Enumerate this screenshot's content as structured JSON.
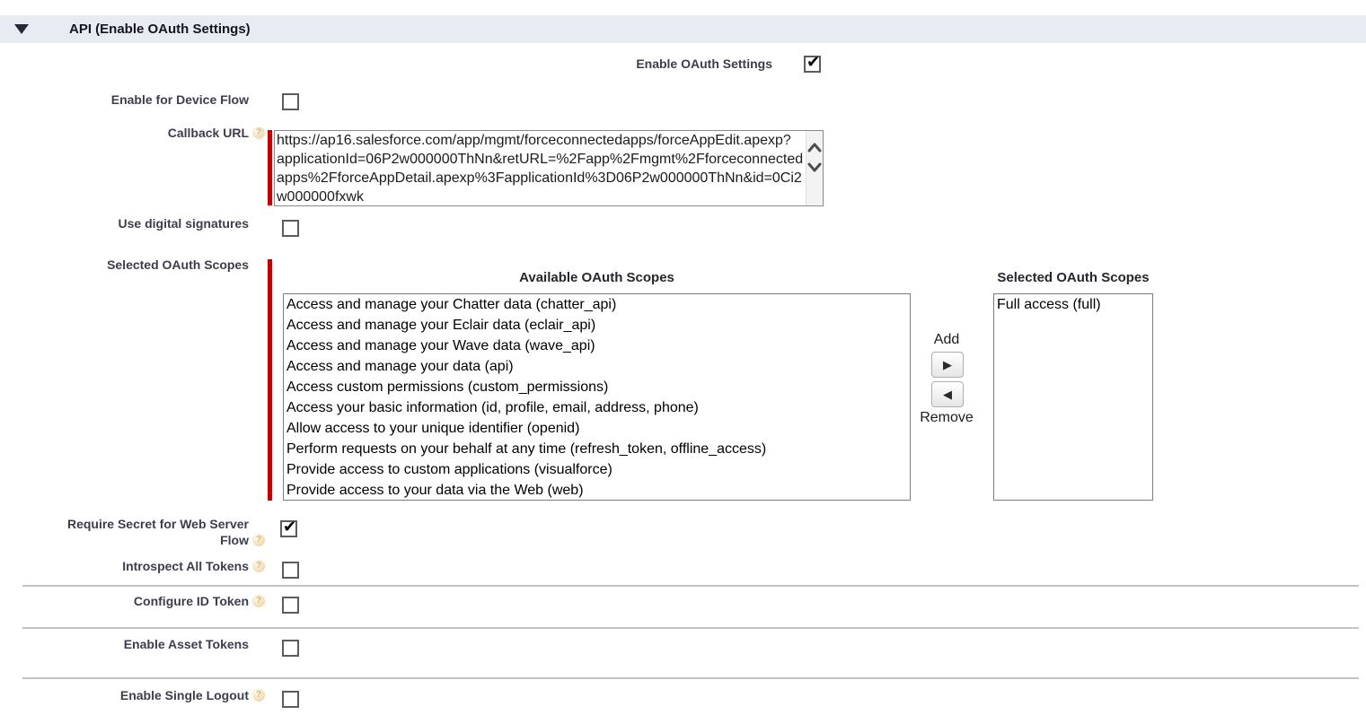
{
  "header": {
    "title": "API (Enable OAuth Settings)"
  },
  "colors": {
    "header_bg": "#e9ebf3",
    "required_bar": "#c00000",
    "label_text": "#3d3d4c"
  },
  "icons": {
    "collapse": "triangle-down",
    "help": "question-mark",
    "add": "arrow-right",
    "remove": "arrow-left",
    "scroll_up": "chevron-up",
    "scroll_down": "chevron-down"
  },
  "fields": {
    "enable_oauth": {
      "label": "Enable OAuth Settings",
      "checked": true
    },
    "device_flow": {
      "label": "Enable for Device Flow",
      "checked": false
    },
    "callback_url": {
      "label": "Callback URL",
      "value": "https://ap16.salesforce.com/app/mgmt/forceconnectedapps/forceAppEdit.apexp?applicationId=06P2w000000ThNn&retURL=%2Fapp%2Fmgmt%2Fforceconnectedapps%2FforceAppDetail.apexp%3FapplicationId%3D06P2w000000ThNn&id=0Ci2w000000fxwk"
    },
    "digital_signatures": {
      "label": "Use digital signatures",
      "checked": false
    },
    "selected_scopes": {
      "label": "Selected OAuth Scopes"
    },
    "require_secret": {
      "label_line1": "Require Secret for Web Server",
      "label_line2": "Flow",
      "checked": true
    },
    "introspect": {
      "label": "Introspect All Tokens",
      "checked": false
    },
    "id_token": {
      "label": "Configure ID Token",
      "checked": false
    },
    "asset_tokens": {
      "label": "Enable Asset Tokens",
      "checked": false
    },
    "single_logout": {
      "label": "Enable Single Logout",
      "checked": false
    }
  },
  "scopes": {
    "available_header": "Available OAuth Scopes",
    "selected_header": "Selected OAuth Scopes",
    "add_label": "Add",
    "remove_label": "Remove",
    "available": [
      "Access and manage your Chatter data (chatter_api)",
      "Access and manage your Eclair data (eclair_api)",
      "Access and manage your Wave data (wave_api)",
      "Access and manage your data (api)",
      "Access custom permissions (custom_permissions)",
      "Access your basic information (id, profile, email, address, phone)",
      "Allow access to your unique identifier (openid)",
      "Perform requests on your behalf at any time (refresh_token, offline_access)",
      "Provide access to custom applications (visualforce)",
      "Provide access to your data via the Web (web)"
    ],
    "selected": [
      "Full access (full)"
    ]
  }
}
